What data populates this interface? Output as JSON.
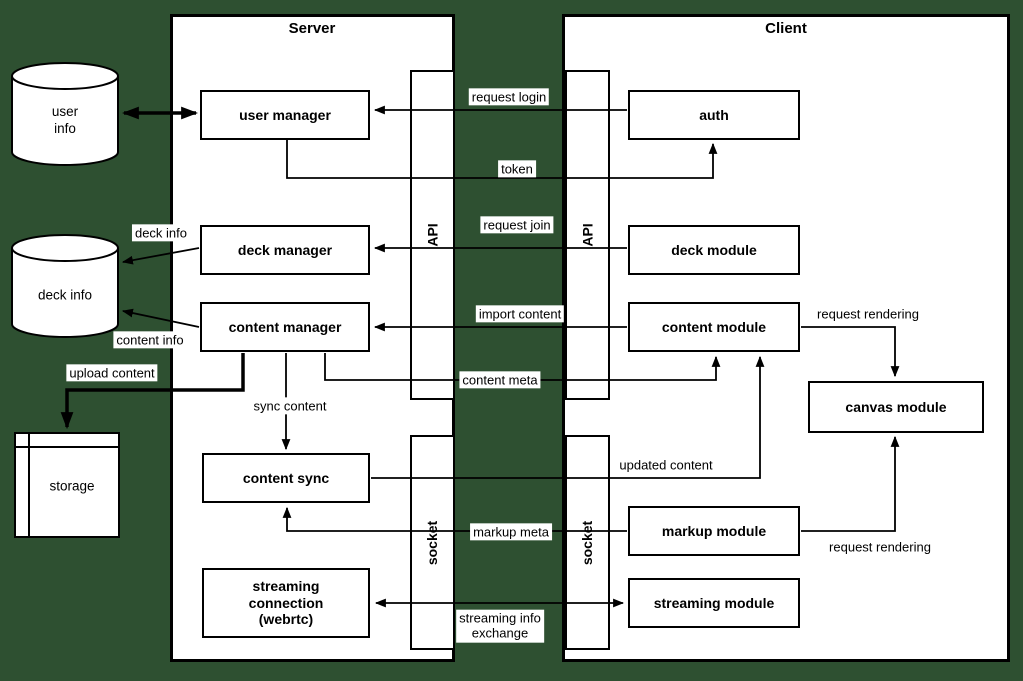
{
  "colors": {
    "background": "#2e5031",
    "node_fill": "#ffffff",
    "line": "#000000"
  },
  "server": {
    "title": "Server",
    "api_label": "API",
    "socket_label": "socket",
    "user_manager": "user manager",
    "deck_manager": "deck manager",
    "content_manager": "content manager",
    "content_sync": "content sync",
    "streaming_connection": "streaming\nconnection\n(webrtc)"
  },
  "client": {
    "title": "Client",
    "api_label": "API",
    "socket_label": "socket",
    "auth": "auth",
    "deck_module": "deck module",
    "content_module": "content module",
    "canvas_module": "canvas module",
    "markup_module": "markup module",
    "streaming_module": "streaming module"
  },
  "datastores": {
    "user_info": "user\ninfo",
    "deck_info": "deck info",
    "storage": "storage"
  },
  "edge_labels": {
    "request_login": "request login",
    "token": "token",
    "request_join": "request join",
    "deck_info": "deck info",
    "content_info": "content info",
    "import_content": "import content",
    "content_meta": "content meta",
    "sync_content": "sync content",
    "upload_content": "upload content",
    "request_rendering_top": "request rendering",
    "updated_content": "updated content",
    "markup_meta": "markup meta",
    "request_rendering_bottom": "request rendering",
    "streaming_info_exchange": "streaming info\nexchange"
  }
}
